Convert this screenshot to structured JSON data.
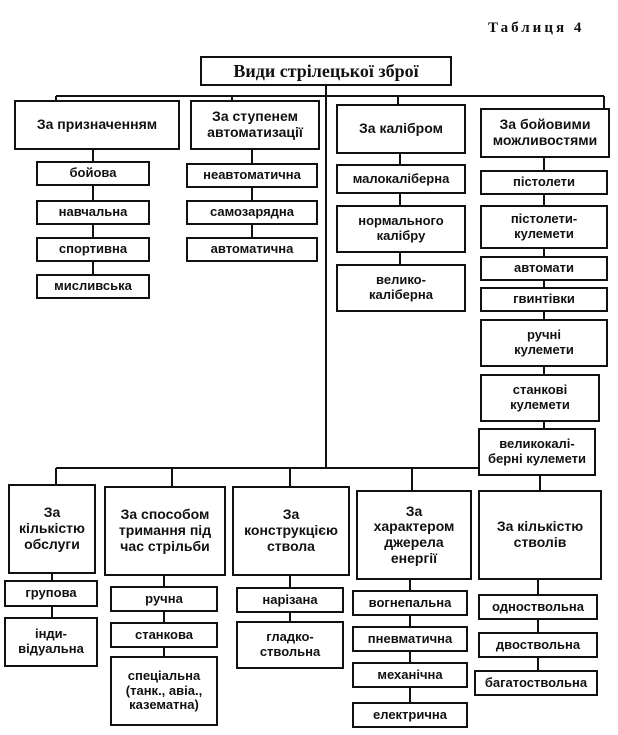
{
  "table_label": "Таблиця 4",
  "root": "Види стрілецької зброї",
  "top": [
    {
      "title": "За призначенням",
      "items": [
        "бойова",
        "навчальна",
        "спортивна",
        "мисливська"
      ]
    },
    {
      "title": "За ступенем\nавтоматизації",
      "items": [
        "неавтоматична",
        "самозарядна",
        "автоматична"
      ]
    },
    {
      "title": "За калібром",
      "items": [
        "малокаліберна",
        "нормального\nкалібру",
        "велико-\nкаліберна"
      ]
    },
    {
      "title": "За бойовими\nможливостями",
      "items": [
        "пістолети",
        "пістолети-\nкулемети",
        "автомати",
        "гвинтівки",
        "ручні\nкулемети",
        "станкові\nкулемети",
        "великокалі-\nберні кулемети"
      ]
    }
  ],
  "bottom": [
    {
      "title": "За\nкількістю\nобслуги",
      "items": [
        "групова",
        "інди-\nвідуальна"
      ]
    },
    {
      "title": "За способом\nтримання під\nчас стрільби",
      "items": [
        "ручна",
        "станкова",
        "спеціальна\n(танк., авіа.,\nказематна)"
      ]
    },
    {
      "title": "За\nконструкцією\nствола",
      "items": [
        "нарізана",
        "гладко-\nствольна"
      ]
    },
    {
      "title": "За\nхарактером\nджерела\nенергії",
      "items": [
        "вогнепальна",
        "пневматична",
        "механічна",
        "електрична"
      ]
    },
    {
      "title": "За кількістю\nстволів",
      "items": [
        "одноствольна",
        "двоствольна",
        "багатоствольна"
      ]
    }
  ]
}
